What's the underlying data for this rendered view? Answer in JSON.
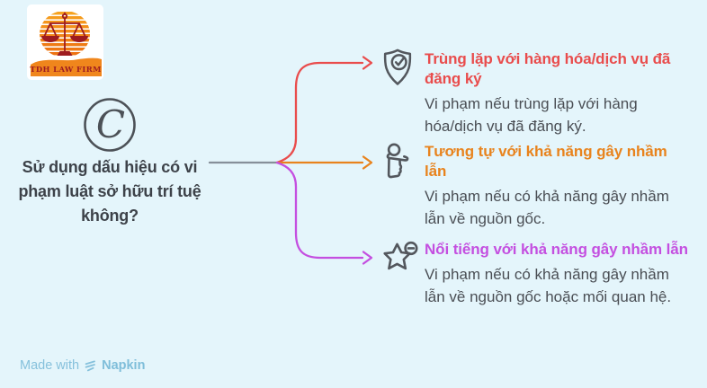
{
  "app": {
    "background": "#e4f5fb"
  },
  "logo": {
    "banner_text": "TDH LAW FIRM",
    "orange": "#f0861c",
    "dark_red": "#9e1c20"
  },
  "question": {
    "icon": "copyright-icon",
    "text": "Sử dụng dấu hiệu có vi phạm luật sở hữu trí tuệ không?"
  },
  "connector": {
    "trunk_color": "#868f99"
  },
  "branches": [
    {
      "icon": "shield-check-icon",
      "color": "#e94c4c",
      "title": "Trùng lặp với hàng hóa/dịch vụ đã đăng ký",
      "description": "Vi phạm nếu trùng lặp với hàng hóa/dịch vụ đã đăng ký."
    },
    {
      "icon": "person-icon",
      "color": "#e8831d",
      "title": "Tương tự với khả năng gây nhầm lẫn",
      "description": "Vi phạm nếu có khả năng gây nhầm lẫn về nguồn gốc."
    },
    {
      "icon": "star-minus-icon",
      "color": "#c44fe0",
      "title": "Nổi tiếng với khả năng gây nhầm lẫn",
      "description": "Vi phạm nếu có khả năng gây nhầm lẫn về nguồn gốc hoặc mối quan hệ."
    }
  ],
  "footer": {
    "made_with_label": "Made with",
    "brand_name": "Napkin",
    "color": "#86c1dc"
  },
  "colors": {
    "text_dark": "#3d4249",
    "body_text": "#4a4e54",
    "icon_stroke": "#53575d"
  }
}
